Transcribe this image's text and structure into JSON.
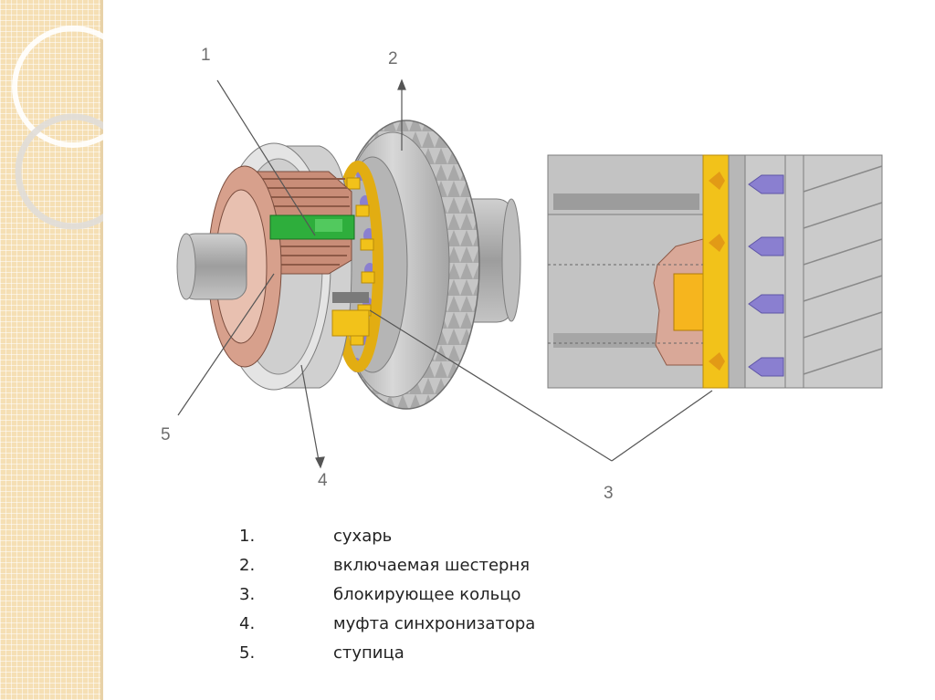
{
  "callouts": {
    "c1": "1",
    "c2": "2",
    "c3": "3",
    "c4": "4",
    "c5": "5"
  },
  "legend": [
    {
      "num": "1.",
      "text": "сухарь"
    },
    {
      "num": "2.",
      "text": "включаемая шестерня"
    },
    {
      "num": "3.",
      "text": "блокирующее кольцо"
    },
    {
      "num": "4.",
      "text": "муфта синхронизатора"
    },
    {
      "num": "5.",
      "text": "ступица"
    }
  ],
  "colors": {
    "strip": "#f5dfb4",
    "hub_copper": "#c98d78",
    "insert_green": "#2eae3c",
    "ring_yellow": "#f2c21a",
    "tooth_purple": "#8a7fd0",
    "metal_gray": "#b9b9b9"
  }
}
